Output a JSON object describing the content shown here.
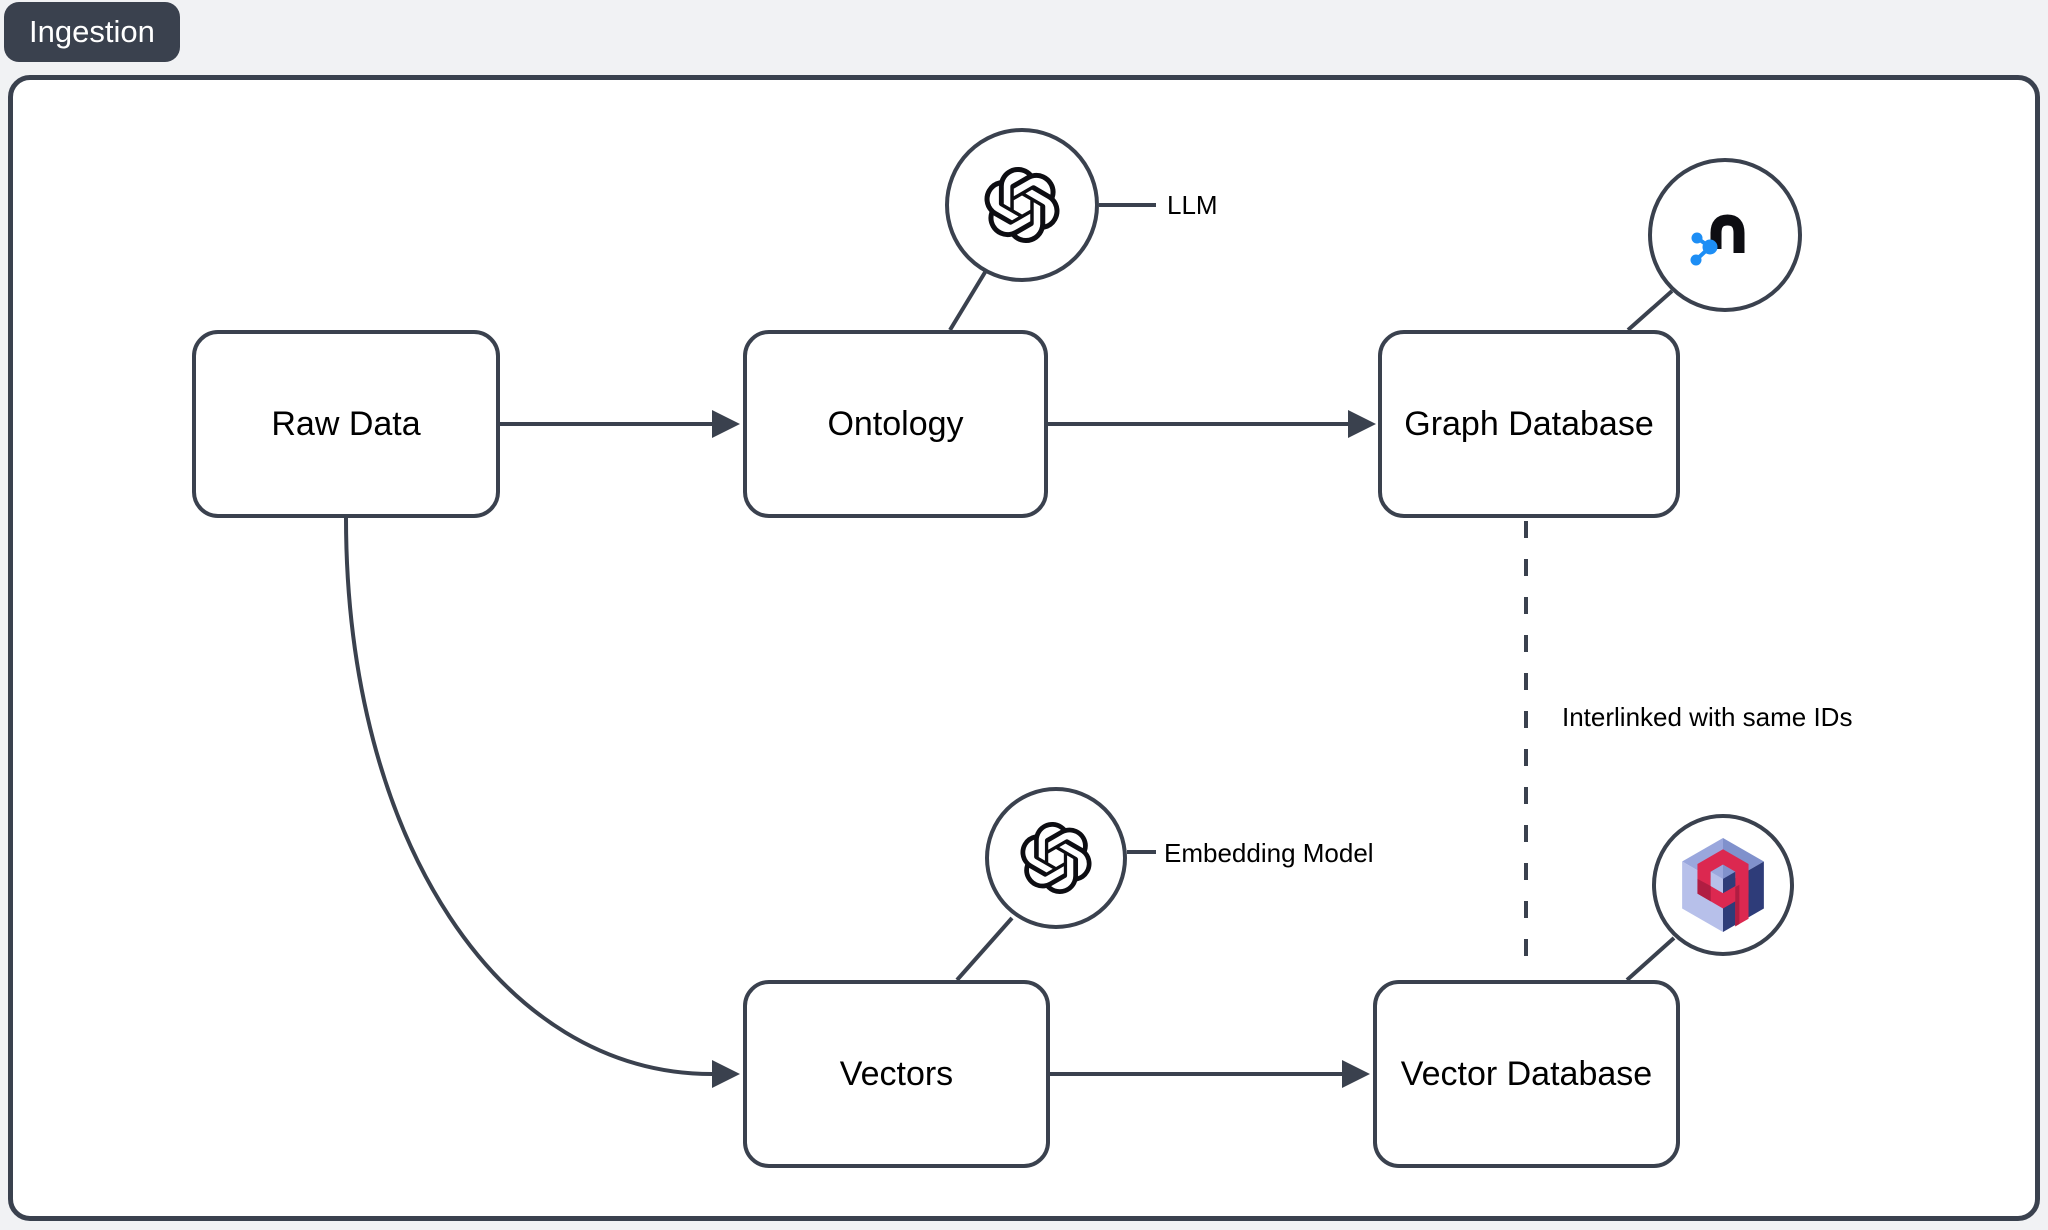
{
  "page": {
    "tab_label": "Ingestion",
    "background_color": "#f1f2f4",
    "canvas_color": "#ffffff",
    "stroke_color": "#3a414e"
  },
  "diagram": {
    "nodes": {
      "raw_data": {
        "label": "Raw Data"
      },
      "ontology": {
        "label": "Ontology"
      },
      "graph_database": {
        "label": "Graph Database"
      },
      "vectors": {
        "label": "Vectors"
      },
      "vector_database": {
        "label": "Vector Database"
      }
    },
    "callouts": {
      "llm": {
        "label": "LLM",
        "icon": "openai-logo"
      },
      "embedding_model": {
        "label": "Embedding Model",
        "icon": "openai-logo"
      },
      "graph_db_tech": {
        "icon": "neo4j-logo"
      },
      "vector_db_tech": {
        "icon": "qdrant-logo"
      }
    },
    "edge_label": "Interlinked with same IDs",
    "colors": {
      "ink": "#0d0d12",
      "neo4j_blue": "#1d8ef5",
      "qdrant_red": "#dc2850",
      "qdrant_red_dark": "#b01d42",
      "qdrant_lavender": "#b7c0ea",
      "qdrant_periwinkle": "#9aa7dd",
      "qdrant_mid_blue": "#8091cc",
      "qdrant_navy": "#2e3c79"
    }
  }
}
